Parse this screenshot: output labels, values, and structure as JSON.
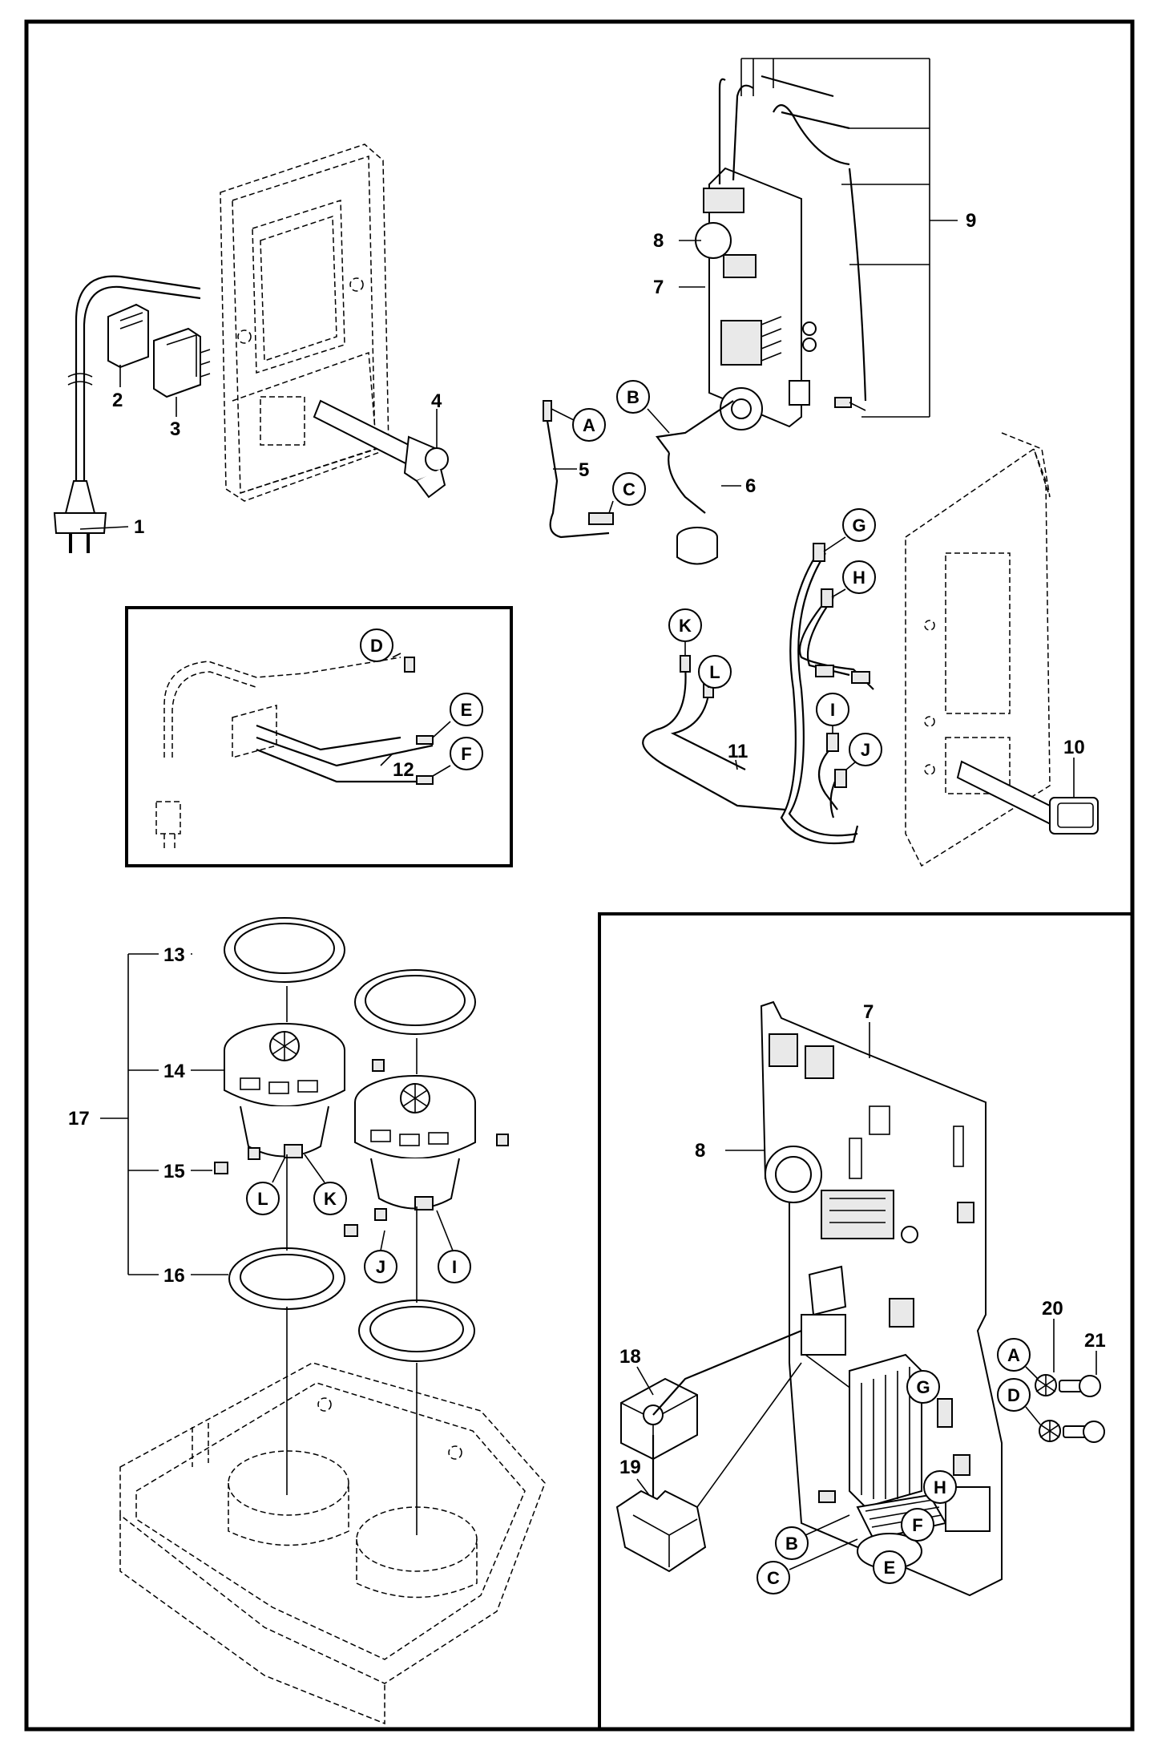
{
  "callouts": {
    "n1": "1",
    "n2": "2",
    "n3": "3",
    "n4": "4",
    "n5": "5",
    "n6": "6",
    "n7_top": "7",
    "n8_top": "8",
    "n9": "9",
    "n10": "10",
    "n11": "11",
    "n12": "12",
    "n13": "13",
    "n14": "14",
    "n15": "15",
    "n16": "16",
    "n17": "17",
    "n7_detail": "7",
    "n8_detail": "8",
    "n18": "18",
    "n19": "19",
    "n20": "20",
    "n21": "21"
  },
  "connectors": {
    "A_top": "A",
    "B_top": "B",
    "C_top": "C",
    "D_inset": "D",
    "E_inset": "E",
    "F_inset": "F",
    "G_harness": "G",
    "H_harness": "H",
    "I_harness": "I",
    "J_harness": "J",
    "K_harness": "K",
    "L_harness": "L",
    "L_motor": "L",
    "K_motor": "K",
    "J_motor": "J",
    "I_motor": "I",
    "A_detail": "A",
    "D_detail": "D",
    "G_detail": "G",
    "H_detail": "H",
    "F_detail": "F",
    "B_detail": "B",
    "C_detail": "C",
    "E_detail": "E"
  }
}
